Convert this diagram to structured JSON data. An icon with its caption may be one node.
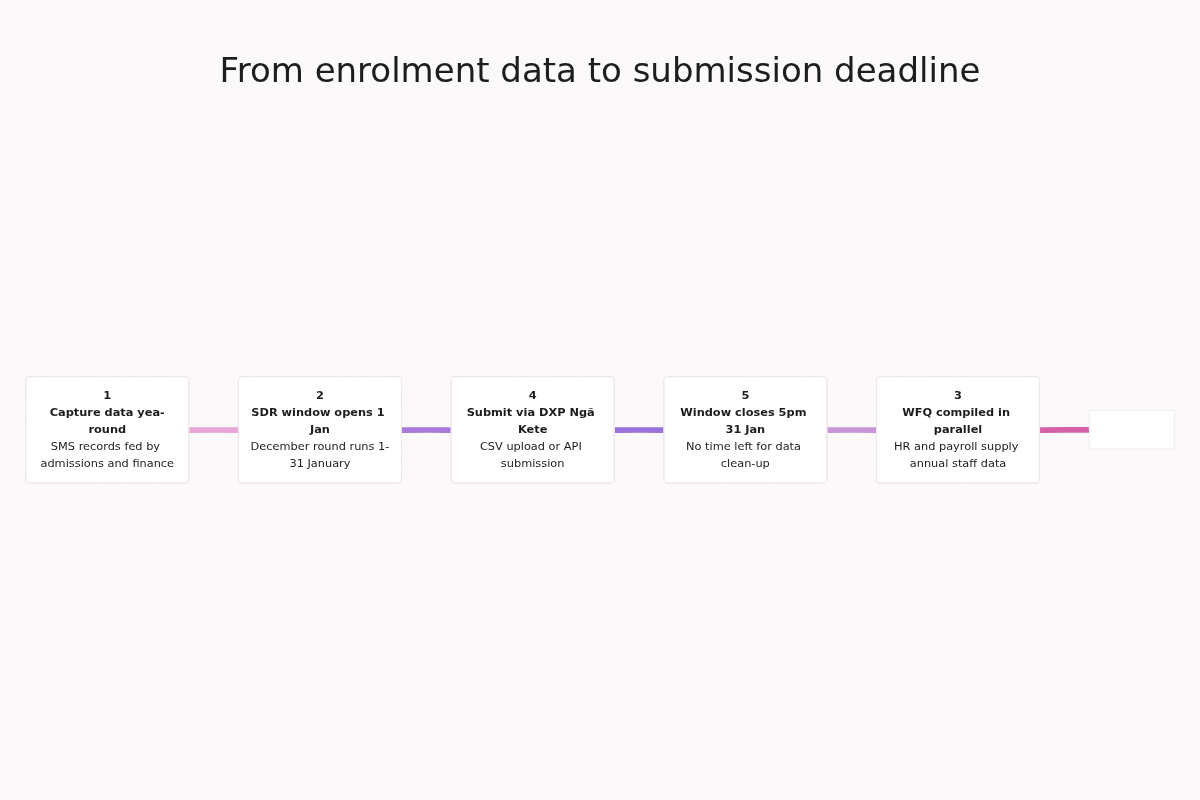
{
  "diagram": {
    "title": "From enrolment data to submission deadline",
    "nodes": [
      {
        "text": [
          "1",
          "Capture data yea-round",
          "SMS records fed by admissions and finance"
        ]
      },
      {
        "text": [
          "2",
          "SDR window opens 1 Jan",
          "December round runs 1-31 January"
        ]
      },
      {
        "text": [
          "4",
          "Submit via DXP Ngã Kete",
          "CSV upload or API submission"
        ]
      },
      {
        "text": [
          "3",
          "WFQ compiled in parallel",
          "HR and payroll supply annual staff data"
        ]
      },
      {
        "text": [
          "5",
          "Window closes 5pm 31 Jan",
          "No time left for data clean-up"
        ]
      },
      {
        "text": [],
        "shape": "box"
      }
    ],
    "edges": [
      {
        "from": 0,
        "to": 1,
        "arrow": "none",
        "color": "#e8a6d6"
      },
      {
        "from": 1,
        "to": 2,
        "arrow": "none",
        "color": "#a878dc"
      },
      {
        "from": 2,
        "to": 4,
        "arrow": "none",
        "color": "#9a72dc"
      },
      {
        "from": 4,
        "to": 3,
        "arrow": "none",
        "color": "#c896d8"
      },
      {
        "from": 3,
        "to": 5,
        "arrow": "none",
        "color": "#d660aa"
      }
    ]
  }
}
